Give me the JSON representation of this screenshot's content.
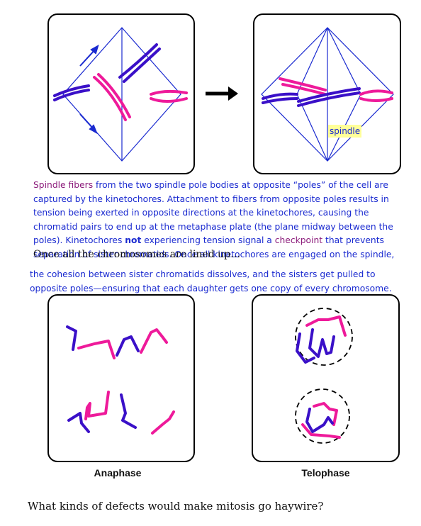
{
  "colors": {
    "blue": "#1a2ad0",
    "chromosome_blue": "#3a10c8",
    "pink": "#ee1a9a",
    "purple_text": "#8b1a7a",
    "highlight": "#ffff99"
  },
  "diagram": {
    "label_spindle": "spindle",
    "captions": {
      "anaphase": "Anaphase",
      "telophase": "Telophase"
    }
  },
  "text": {
    "para1_lines": [
      {
        "a": "Spindle fibers",
        "b": " from the two spindle pole bodies at opposite “poles” of the cell are"
      },
      {
        "b": "captured by the kinetochores.  Attachment to fibers from opposite poles results in"
      },
      {
        "b": "tension being exerted in opposite directions at the kinetochores, causing the"
      },
      {
        "b": "chromatid pairs to end up at the metaphase plate (the plane midway between the"
      }
    ],
    "para1_line5_pre": "poles).  Kinetochores ",
    "para1_line5_not": "not",
    "para1_line5_mid": " experiencing tension signal a ",
    "para1_line5_checkpoint": "checkpoint",
    "para1_line5_post": " that prevents",
    "para1_line6": "separation of sister chromatids.  Once all kinetochores are engaged on the spindle,",
    "lined_up": "Once all the chromosomes are lined up…",
    "para2_lines": [
      "the cohesion between sister chromatids dissolves, and the sisters get pulled to",
      "opposite poles—ensuring that each daughter gets one copy of every chromosome."
    ],
    "question": "What kinds of defects would make mitosis go haywire?"
  }
}
